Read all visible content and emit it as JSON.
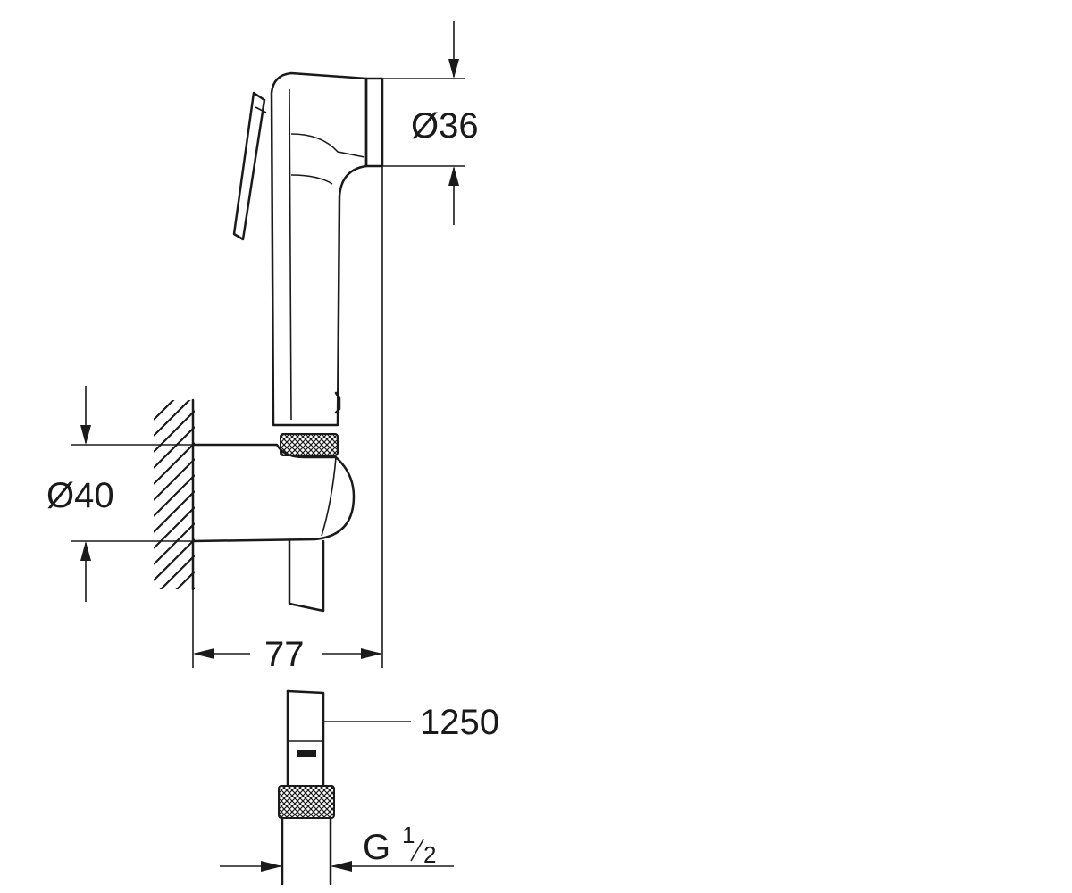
{
  "drawing": {
    "title": "",
    "dimensions": {
      "head_diameter": "Ø36",
      "holder_diameter": "Ø40",
      "projection": "77",
      "hose_length": "1250",
      "thread_prefix": "G",
      "thread_num": "1",
      "thread_den": "2"
    }
  }
}
